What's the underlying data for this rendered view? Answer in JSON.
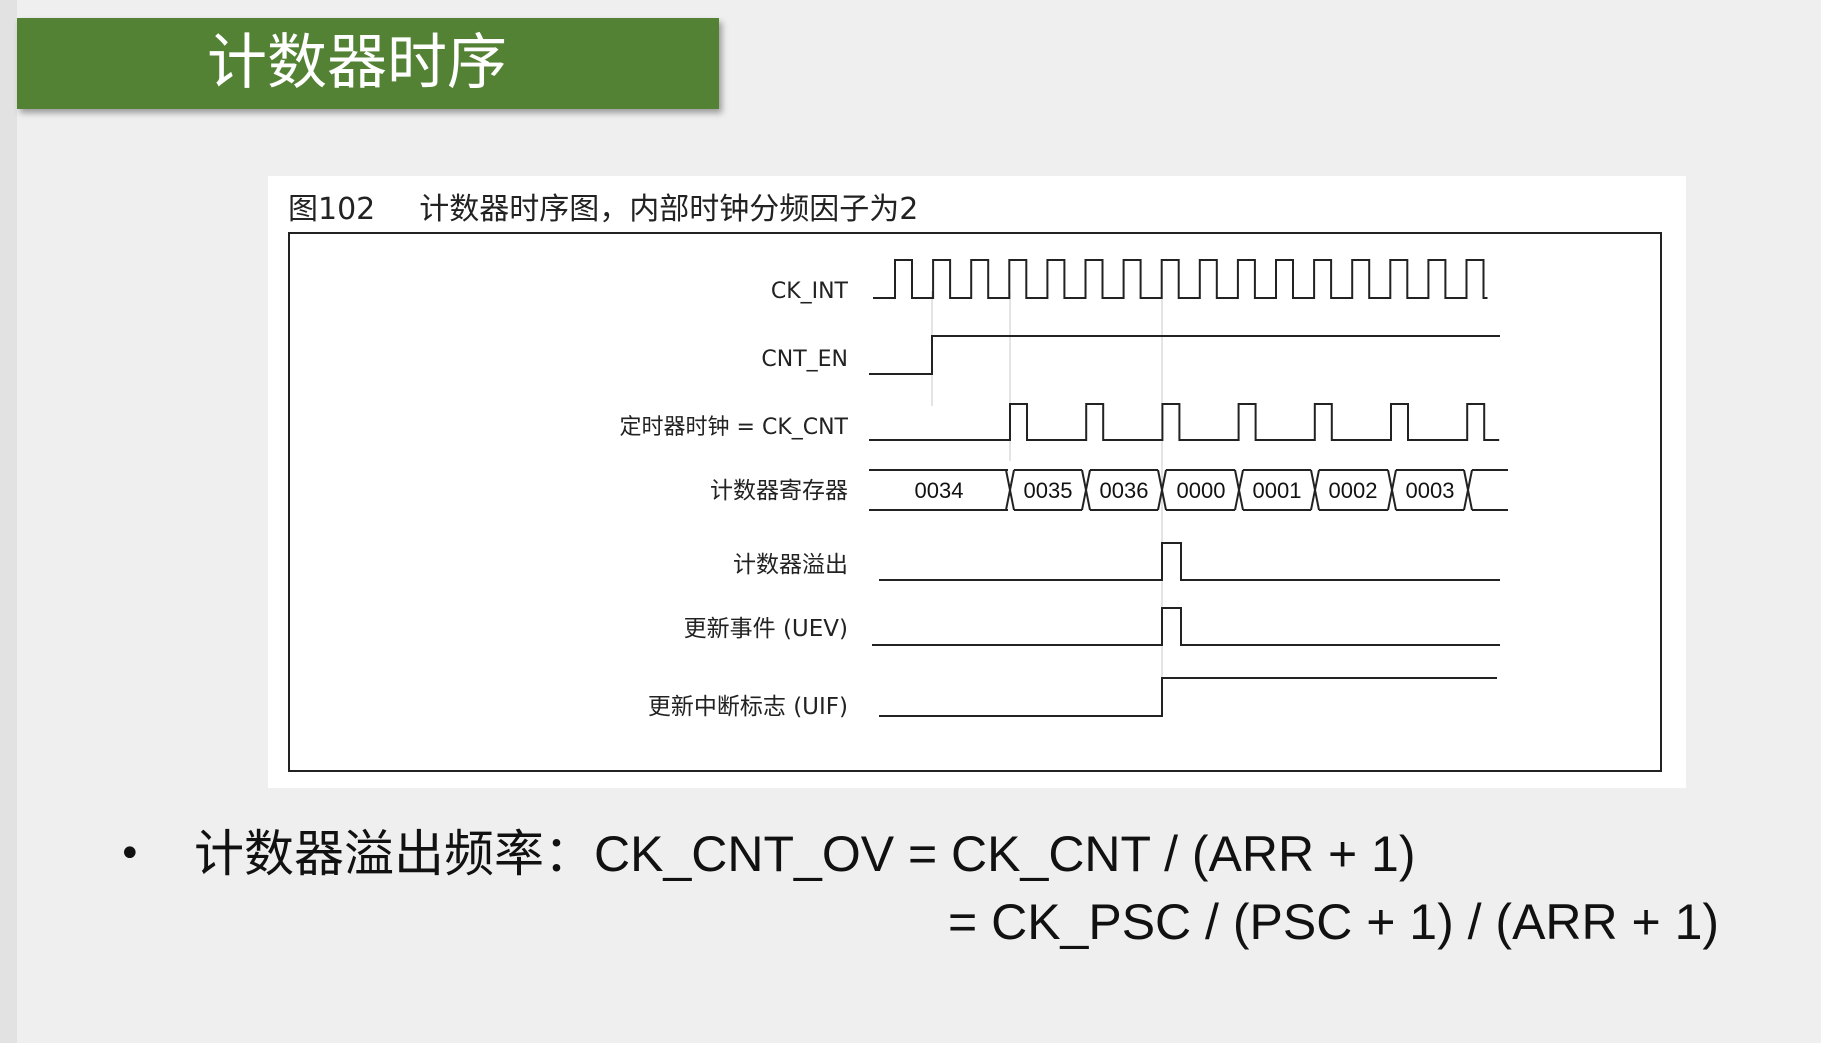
{
  "slide": {
    "title": "计数器时序"
  },
  "figure": {
    "caption_number": "图102",
    "caption_title": "计数器时序图，内部时钟分频因子为2",
    "signals": [
      {
        "id": "ck_int",
        "label": "CK_INT"
      },
      {
        "id": "cnt_en",
        "label": "CNT_EN"
      },
      {
        "id": "ck_cnt",
        "label": "定时器时钟 = CK_CNT"
      },
      {
        "id": "counter_reg",
        "label": "计数器寄存器"
      },
      {
        "id": "overflow",
        "label": "计数器溢出"
      },
      {
        "id": "uev",
        "label": "更新事件 (UEV)"
      },
      {
        "id": "uif",
        "label": "更新中断标志 (UIF)"
      }
    ],
    "register_values": [
      "0034",
      "0035",
      "0036",
      "0000",
      "0001",
      "0002",
      "0003"
    ],
    "ck_int_pulses": 16,
    "ck_cnt_pulses": 7
  },
  "bullet": {
    "marker": "•",
    "formula_label": "计数器溢出频率：",
    "formula_line1": "CK_CNT_OV = CK_CNT / (ARR + 1)",
    "formula_line2": "= CK_PSC / (PSC + 1) / (ARR + 1)"
  },
  "colors": {
    "title_bg": "#548235",
    "title_text": "#ffffff",
    "background": "#efefef",
    "figure_bg": "#ffffff",
    "line": "#222222"
  }
}
